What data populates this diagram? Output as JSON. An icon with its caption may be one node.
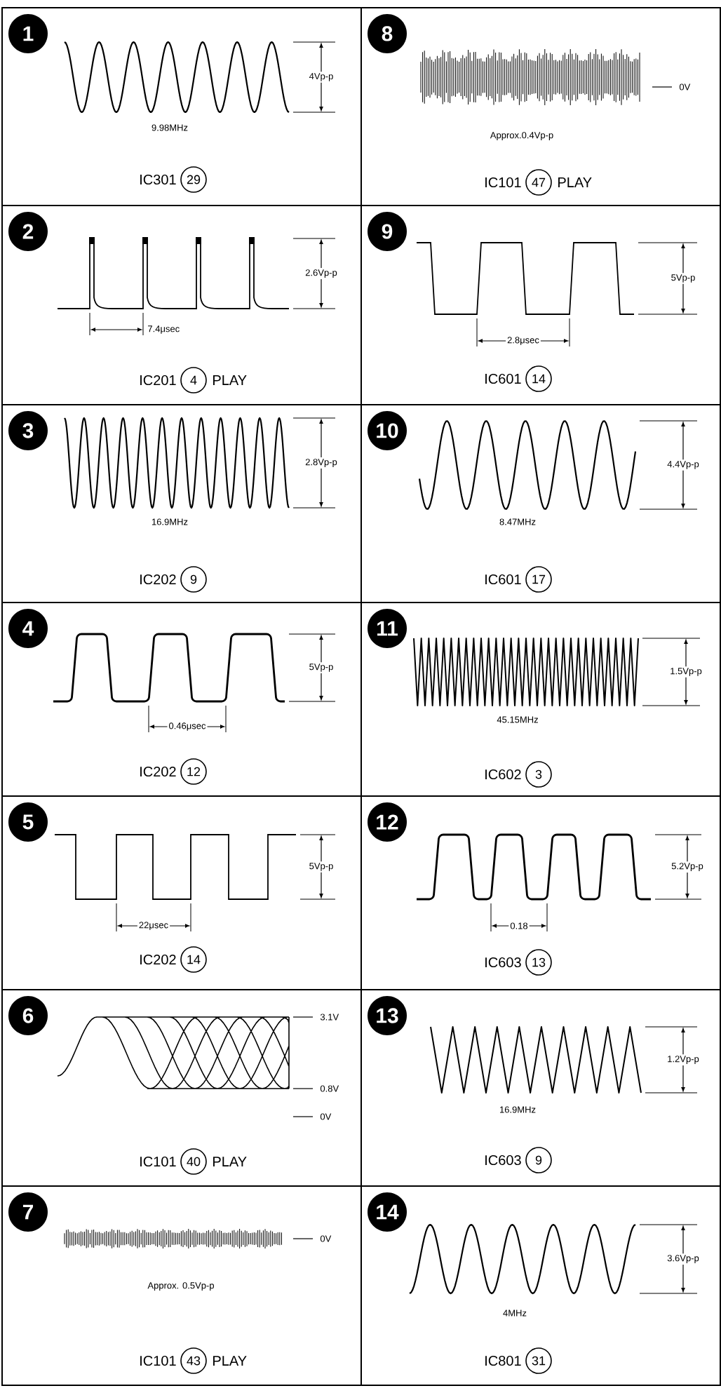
{
  "diagram": {
    "nodes": [
      {
        "text": [
          "4Vp-p",
          "9.98MHz",
          "IC301"
        ]
      },
      {
        "text": [
          "1"
        ],
        "in": 0
      },
      {
        "text": [
          "29"
        ],
        "in": 0
      },
      {
        "text": [
          "2.6Vp-p",
          "7.4μsec",
          "IC201",
          "PLAY"
        ]
      },
      {
        "text": [
          "2"
        ],
        "in": 3
      },
      {
        "text": [
          "4"
        ],
        "in": 3
      },
      {
        "text": [
          "2.8Vp-p",
          "16.9MHz",
          "IC202"
        ]
      },
      {
        "text": [
          "3"
        ],
        "in": 6
      },
      {
        "text": [
          "9"
        ],
        "in": 6
      },
      {
        "text": [
          "5Vp-p",
          "0.46μsec",
          "IC202"
        ]
      },
      {
        "text": [
          "4"
        ],
        "in": 9
      },
      {
        "text": [
          "12"
        ],
        "in": 9
      },
      {
        "text": [
          "5Vp-p",
          "22μsec",
          "IC202"
        ]
      },
      {
        "text": [
          "5"
        ],
        "in": 12
      },
      {
        "text": [
          "14"
        ],
        "in": 12
      },
      {
        "text": [
          "3.1V",
          "0.8V",
          "0V",
          "IC101",
          "PLAY"
        ]
      },
      {
        "text": [
          "6"
        ],
        "in": 15
      },
      {
        "text": [
          "40"
        ],
        "in": 15
      },
      {
        "text": [
          "0V",
          "Approx. 0.5Vp-p",
          "IC101",
          "PLAY"
        ]
      },
      {
        "text": [
          "7"
        ],
        "in": 18
      },
      {
        "text": [
          "43"
        ],
        "in": 18
      },
      {
        "text": [
          "0V",
          "Approx.0.4Vp-p",
          "IC101",
          "PLAY"
        ]
      },
      {
        "text": [
          "8"
        ],
        "in": 21
      },
      {
        "text": [
          "47"
        ],
        "in": 21
      },
      {
        "text": [
          "5Vp-p",
          "2.8μsec",
          "IC601"
        ]
      },
      {
        "text": [
          "9"
        ],
        "in": 24
      },
      {
        "text": [
          "14"
        ],
        "in": 24
      },
      {
        "text": [
          "4.4Vp-p",
          "8.47MHz",
          "IC601"
        ]
      },
      {
        "text": [
          "10"
        ],
        "in": 27
      },
      {
        "text": [
          "17"
        ],
        "in": 27
      },
      {
        "text": [
          "1.5Vp-p",
          "45.15MHz",
          "IC602"
        ]
      },
      {
        "text": [
          "11"
        ],
        "in": 30
      },
      {
        "text": [
          "3"
        ],
        "in": 30
      },
      {
        "text": [
          "5.2Vp-p",
          "0.18",
          "IC603"
        ]
      },
      {
        "text": [
          "12"
        ],
        "in": 33
      },
      {
        "text": [
          "13"
        ],
        "in": 33
      },
      {
        "text": [
          "1.2Vp-p",
          "16.9MHz",
          "IC603"
        ]
      },
      {
        "text": [
          "13"
        ],
        "in": 36
      },
      {
        "text": [
          "9"
        ],
        "in": 36
      },
      {
        "text": [
          "3.6Vp-p",
          "4MHz",
          "IC801"
        ]
      },
      {
        "text": [
          "14"
        ],
        "in": 39
      },
      {
        "text": [
          "31"
        ],
        "in": 39
      }
    ]
  }
}
